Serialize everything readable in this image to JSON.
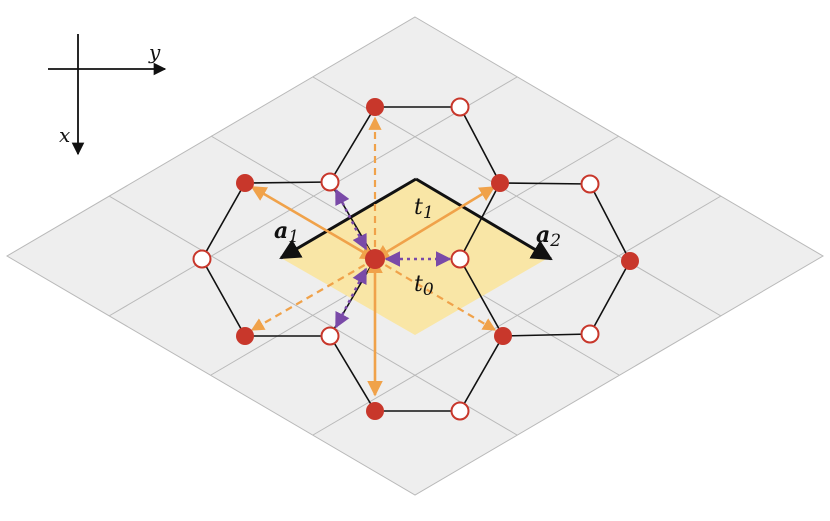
{
  "axes": {
    "x_label": "x",
    "y_label": "y"
  },
  "labels": {
    "a1_main": "a",
    "a1_sub": "1",
    "a2_main": "a",
    "a2_sub": "2",
    "t1_main": "t",
    "t1_sub": "1",
    "t0_main": "t",
    "t0_sub": "0"
  },
  "colors": {
    "grid_fill": "#eeeeee",
    "grid_line": "#b9b9b9",
    "unit_cell": "#f9e6a6",
    "site_filled": "#c8372b",
    "site_open_stroke": "#c8372b",
    "bond": "#111111",
    "hop_solid": "#f0a24a",
    "hop_dashed": "#f0a24a",
    "hop_dotted": "#7a4aa8"
  },
  "icons": {
    "filled_site": "filled-circle-icon",
    "open_site": "open-circle-icon"
  }
}
